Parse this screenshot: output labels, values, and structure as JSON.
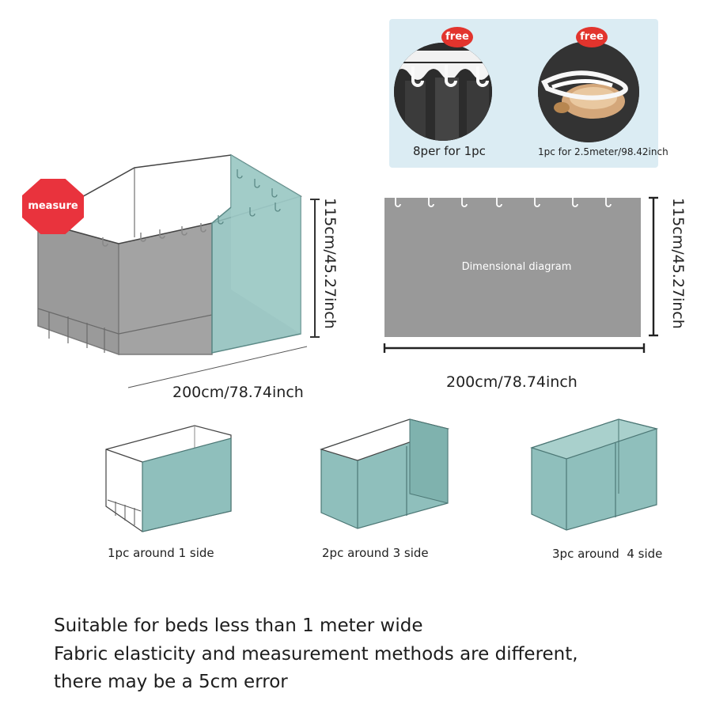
{
  "accessories": {
    "hooks": {
      "badge": "free",
      "caption": "8per for 1pc",
      "icon": "curtain-hook-icon"
    },
    "rope": {
      "badge": "free",
      "caption": "1pc for 2.5meter/98.42inch",
      "icon": "elastic-rope-icon"
    }
  },
  "bed_illustration": {
    "badge": "measure",
    "height_label": "115cm/45.27inch",
    "width_label": "200cm/78.74inch"
  },
  "dimension_panel": {
    "center_label": "Dimensional diagram",
    "height_label": "115cm/45.27inch",
    "width_label": "200cm/78.74inch"
  },
  "configurations": [
    {
      "label": "1pc around 1 side"
    },
    {
      "label": "2pc around 3 side"
    },
    {
      "label": "3pc around  4 side"
    }
  ],
  "notes": [
    "Suitable for beds less than 1 meter wide",
    "Fabric elasticity and measurement methods are different,",
    "there may be a 5cm error"
  ],
  "colors": {
    "curtain_teal": "#8fbfbc",
    "curtain_gray": "#9a9a9a",
    "badge_red": "#e2342d",
    "panel_bg": "#dbecf3"
  }
}
